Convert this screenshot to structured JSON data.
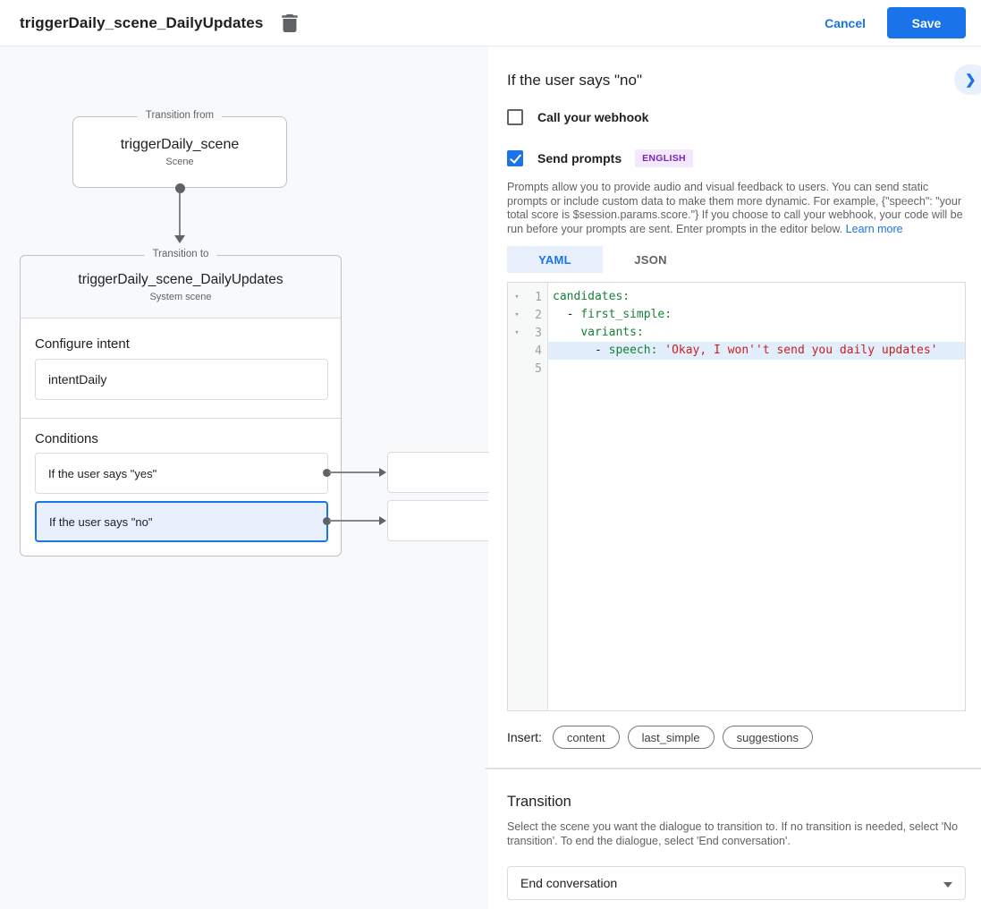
{
  "header": {
    "title": "triggerDaily_scene_DailyUpdates",
    "cancel_label": "Cancel",
    "save_label": "Save"
  },
  "icons": {
    "fold": "▾",
    "chevron_right": "❯"
  },
  "diagram": {
    "from_legend": "Transition from",
    "from_title": "triggerDaily_scene",
    "from_subtitle": "Scene",
    "to_legend": "Transition to",
    "to_title": "triggerDaily_scene_DailyUpdates",
    "to_subtitle": "System scene",
    "intent_section_label": "Configure intent",
    "intent_value": "intentDaily",
    "conditions_label": "Conditions",
    "conditions": [
      {
        "label": "If the user says \"yes\"",
        "selected": false
      },
      {
        "label": "If the user says \"no\"",
        "selected": true
      }
    ]
  },
  "panel": {
    "title": "If the user says \"no\"",
    "webhook_label": "Call your webhook",
    "prompts_label": "Send prompts",
    "language_badge": "ENGLISH",
    "description": "Prompts allow you to provide audio and visual feedback to users. You can send static prompts or include custom data to make them more dynamic. For example, {\"speech\": \"your total score is $session.params.score.\"} If you choose to call your webhook, your code will be run before your prompts are sent. Enter prompts in the editor below. ",
    "learn_more": "Learn more",
    "tabs": {
      "yaml": "YAML",
      "json": "JSON"
    },
    "editor": {
      "line_numbers": [
        "1",
        "2",
        "3",
        "4",
        "5"
      ],
      "l1": {
        "key": "candidates:"
      },
      "l2": {
        "pre": "  - ",
        "key": "first_simple:"
      },
      "l3": {
        "pre": "    ",
        "key": "variants:"
      },
      "l4": {
        "pre": "      - ",
        "key": "speech:",
        "sep": " ",
        "str": "'Okay, I won''t send you daily updates'"
      }
    },
    "insert_label": "Insert:",
    "chips": [
      "content",
      "last_simple",
      "suggestions"
    ],
    "transition": {
      "heading": "Transition",
      "description": "Select the scene you want the dialogue to transition to. If no transition is needed, select 'No transition'. To end the dialogue, select 'End conversation'.",
      "selected_value": "End conversation"
    }
  }
}
